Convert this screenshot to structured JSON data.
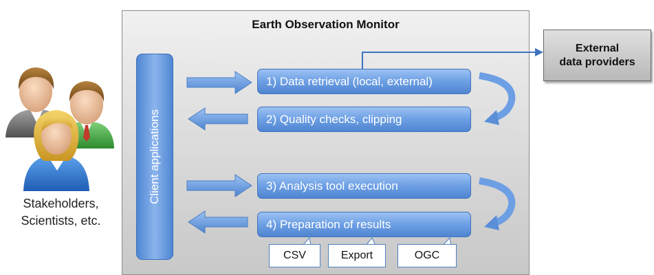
{
  "title": "Earth Observation Monitor",
  "client_label": "Client applications",
  "steps": [
    "1) Data retrieval (local, external)",
    "2) Quality checks, clipping",
    "3) Analysis tool execution",
    "4) Preparation of results"
  ],
  "formats": [
    "CSV",
    "Export",
    "OGC"
  ],
  "external": {
    "line1": "External",
    "line2": "data providers"
  },
  "people_caption": {
    "line1": "Stakeholders,",
    "line2": "Scientists, etc."
  }
}
